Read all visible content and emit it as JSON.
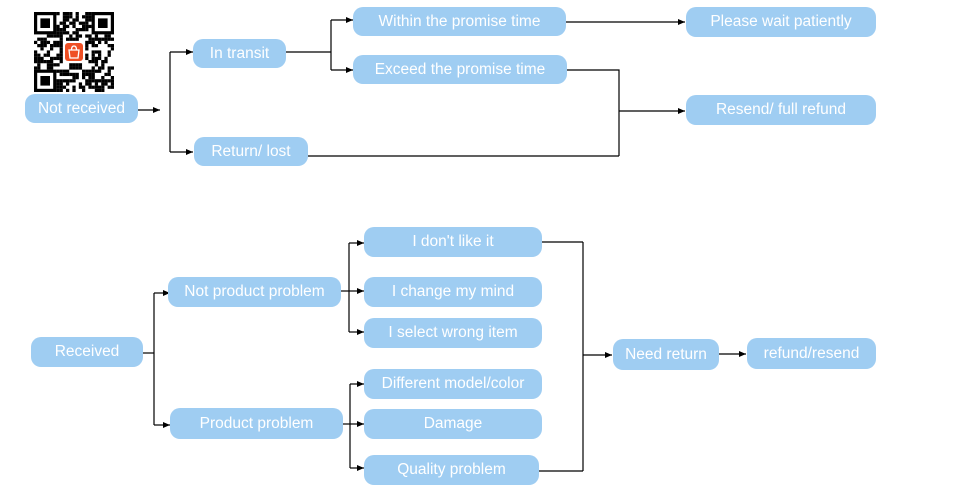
{
  "colors": {
    "node_fill": "#9fcdf2",
    "node_text": "#ffffff",
    "connector": "#000000",
    "qr_badge": "#ef4f24"
  },
  "qr_code": {
    "icon": "qr-code-icon",
    "badge_icon": "shopping-bag-icon"
  },
  "top": {
    "root": "Not received",
    "in_transit": "In transit",
    "return_lost": "Return/ lost",
    "within_promise": "Within the promise time",
    "exceed_promise": "Exceed the promise time",
    "wait_patiently": "Please wait patiently",
    "resend_refund": "Resend/ full refund"
  },
  "bottom": {
    "root": "Received",
    "not_product_problem": "Not product problem",
    "product_problem": "Product problem",
    "dont_like": "I don't like it",
    "change_mind": "I change my mind",
    "wrong_item": "I select wrong item",
    "different_model": "Different model/color",
    "damage": "Damage",
    "quality_problem": "Quality problem",
    "need_return": "Need return",
    "refund_resend": "refund/resend"
  }
}
